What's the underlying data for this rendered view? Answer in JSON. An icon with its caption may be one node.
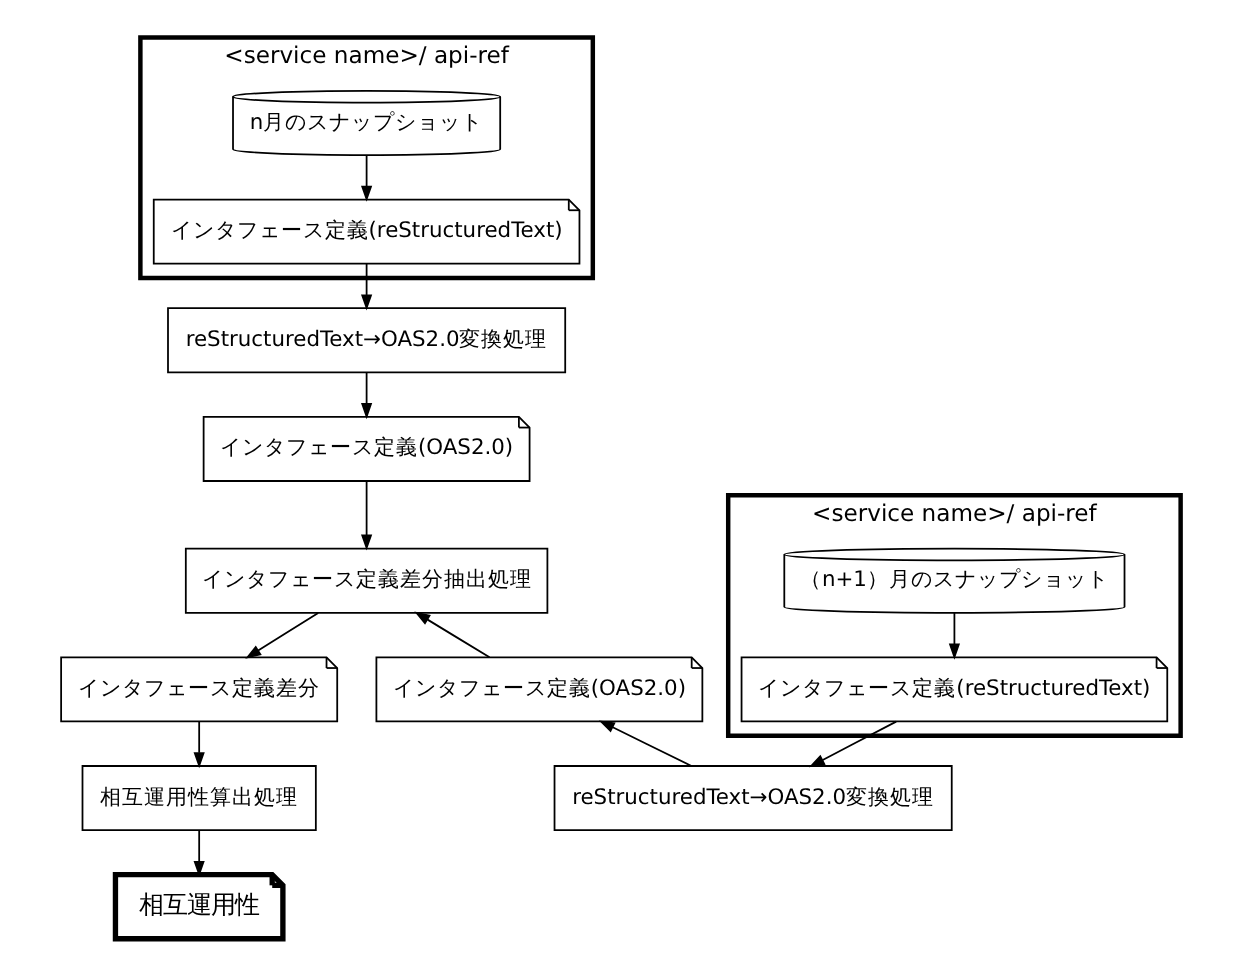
{
  "diagram": {
    "nodes": [
      {
        "text": [
          "<service name>/ api-ref"
        ]
      },
      {
        "text": [
          "n月のスナップショット"
        ],
        "in": 0
      },
      {
        "text": [
          "インタフェース定義(reStructuredText)"
        ],
        "in": 0
      },
      {
        "text": [
          "reStructuredText→OAS2.0変換処理"
        ]
      },
      {
        "text": [
          "インタフェース定義(OAS2.0)"
        ]
      },
      {
        "text": [
          "インタフェース定義差分抽出処理"
        ]
      },
      {
        "text": [
          "インタフェース定義差分"
        ]
      },
      {
        "text": [
          "<service name>/ api-ref"
        ]
      },
      {
        "text": [
          "（n+1）月のスナップショット"
        ],
        "in": 7
      },
      {
        "text": [
          "インタフェース定義(reStructuredText)"
        ],
        "in": 7
      },
      {
        "text": [
          "インタフェース定義(OAS2.0)"
        ]
      },
      {
        "text": [
          "相互運用性算出処理"
        ]
      },
      {
        "text": [
          "reStructuredText→OAS2.0変換処理"
        ]
      },
      {
        "text": [
          "相互運用性"
        ]
      }
    ],
    "edges": [
      {
        "from": 1,
        "to": 2,
        "arrow": "to"
      },
      {
        "from": 2,
        "to": 3,
        "arrow": "to"
      },
      {
        "from": 3,
        "to": 4,
        "arrow": "to"
      },
      {
        "from": 4,
        "to": 5,
        "arrow": "to"
      },
      {
        "from": 5,
        "to": 6,
        "arrow": "to"
      },
      {
        "from": 8,
        "to": 9,
        "arrow": "to"
      },
      {
        "from": 9,
        "to": 12,
        "arrow": "to"
      },
      {
        "from": 12,
        "to": 10,
        "arrow": "to"
      },
      {
        "from": 10,
        "to": 5,
        "arrow": "to"
      },
      {
        "from": 6,
        "to": 11,
        "arrow": "to"
      },
      {
        "from": 11,
        "to": 13,
        "arrow": "to"
      }
    ]
  }
}
